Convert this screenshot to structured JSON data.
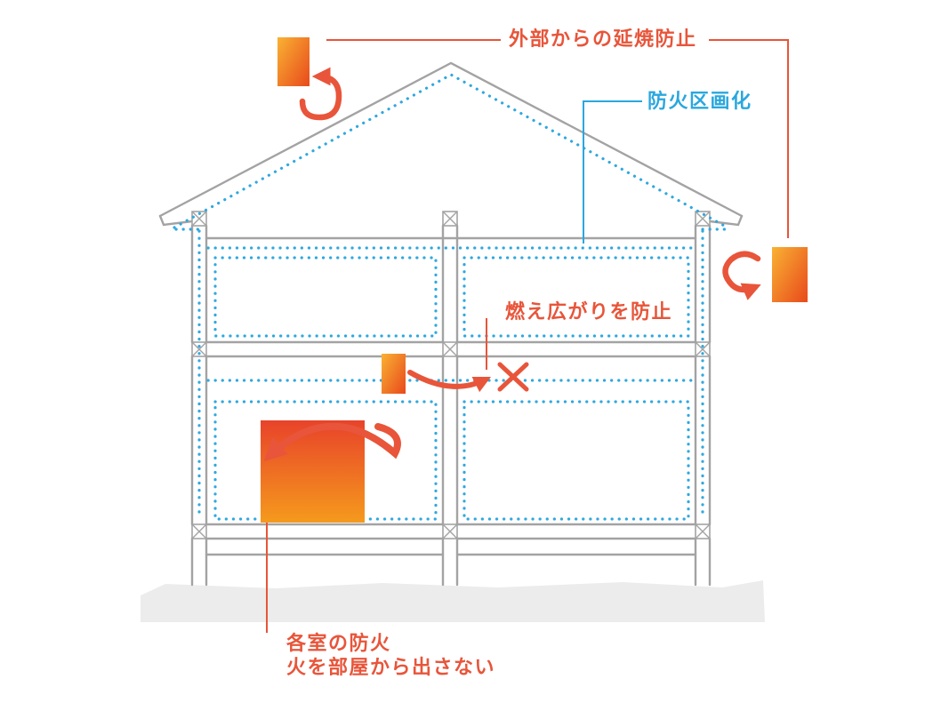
{
  "labels": {
    "external_spread": "外部からの延焼防止",
    "fire_compartment": "防火区画化",
    "spread_prevention": "燃え広がりを防止",
    "room_fire_line1": "各室の防火",
    "room_fire_line2": "火を部屋から出さない"
  },
  "colors": {
    "accent_orange": "#e8553a",
    "accent_blue": "#2aa7de",
    "structure_gray": "#a3a3a3",
    "ground_gray": "#ececec",
    "fire_gradient_light": "#f9b233",
    "fire_gradient_dark": "#e94e1d"
  },
  "icons": {
    "fire_icon": "orange-gradient-fire-block",
    "swirl_arrow_icon": "curved-orange-arrow",
    "blocked_x_icon": "orange-x-cross",
    "dotted_line": "blue-dotted-fire-compartment-boundary"
  }
}
